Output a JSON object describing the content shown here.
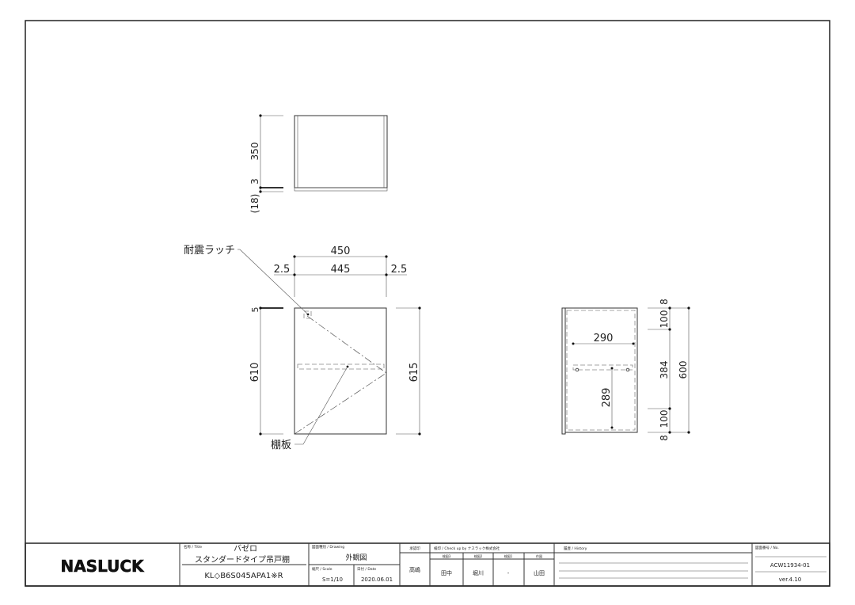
{
  "top_view": {
    "dim_depth": "350",
    "dim_gap": "3",
    "dim_board": "(18)"
  },
  "front_view": {
    "dim_total_width": "450",
    "dim_door_width": "445",
    "dim_left_gap": "2.5",
    "dim_right_gap": "2.5",
    "dim_top_gap": "5",
    "dim_door_height": "610",
    "dim_total_height": "615",
    "label_latch": "耐震ラッチ",
    "label_shelf": "棚板"
  },
  "side_view": {
    "dim_shelf_depth": "290",
    "dim_shelf_height": "289",
    "dim_top_8": "8",
    "dim_top_100": "100",
    "dim_mid": "384",
    "dim_bottom_100": "100",
    "dim_bottom_8": "8",
    "dim_total": "600"
  },
  "title_block": {
    "logo": "NASLUCK",
    "title_label": "名称 / Title",
    "series": "バゼロ",
    "product": "スタンダードタイプ吊戸棚",
    "model": "KL◇B6S045APA1※R",
    "drawing_label": "図面種別 / Drawing",
    "drawing": "外観図",
    "scale_label": "縮尺 / Scale",
    "scale": "S=1/10",
    "date_label": "日付 / Date",
    "date": "2020.06.01",
    "approval_label": "承認印",
    "approver": "高嶋",
    "check_label": "検印 / Check up by ナスラック株式会社",
    "checkers": [
      {
        "role": "検図3",
        "name": "田中"
      },
      {
        "role": "検図2",
        "name": "堀川"
      },
      {
        "role": "検図1",
        "name": "-"
      },
      {
        "role": "作図",
        "name": "山田"
      }
    ],
    "history_label": "履歴 / History",
    "no_label": "図面番号 / No.",
    "number": "ACW11934-01",
    "version": "ver.4.10"
  }
}
